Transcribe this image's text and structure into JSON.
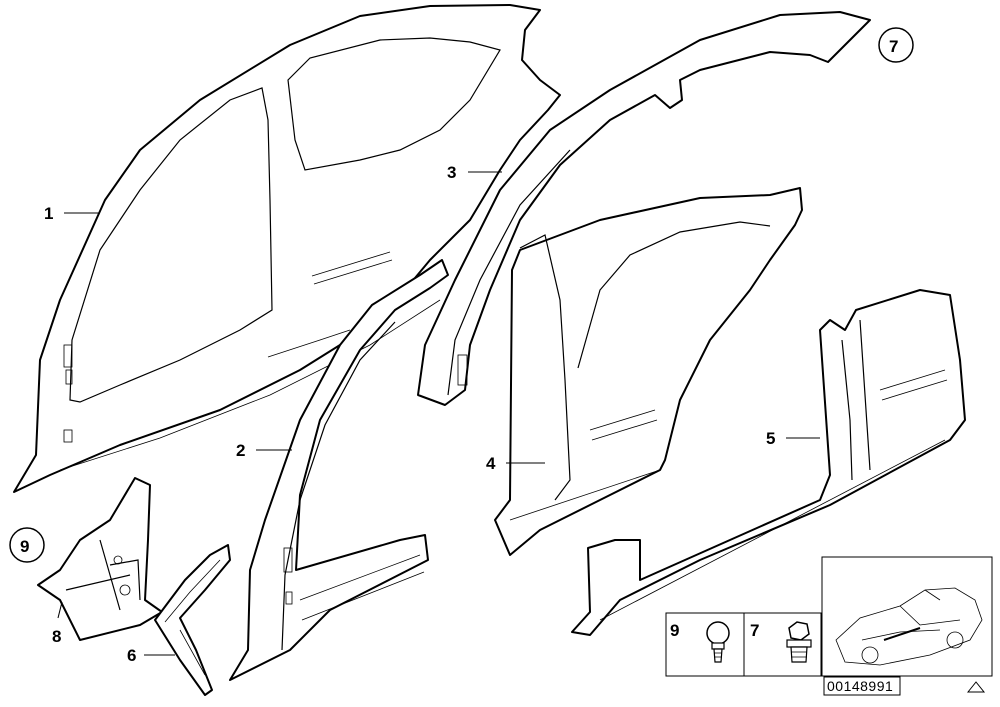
{
  "labels": {
    "p1": "1",
    "p2": "2",
    "p3": "3",
    "p4": "4",
    "p5": "5",
    "p6": "6",
    "p7_circled": "7",
    "p8": "8",
    "p9_circled": "9"
  },
  "inset": {
    "bolt9_label": "9",
    "nut7_label": "7"
  },
  "doc_number": "00148991",
  "colors": {
    "line": "#000000",
    "background": "#ffffff"
  }
}
